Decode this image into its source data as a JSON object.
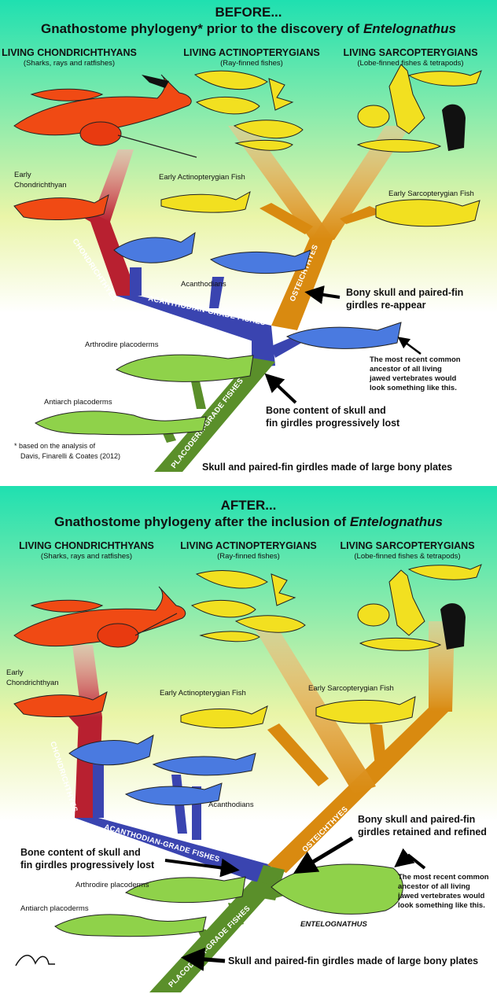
{
  "before": {
    "title_line1": "BEFORE...",
    "title_line2": "Gnathostome phylogeny* prior to the discovery of ",
    "title_genus": "Entelognathus",
    "groups": [
      {
        "name": "LIVING CHONDRICHTHYANS",
        "sub": "(Sharks, rays and ratfishes)"
      },
      {
        "name": "LIVING ACTINOPTERYGIANS",
        "sub": "(Ray-finned fishes)"
      },
      {
        "name": "LIVING SARCOPTERYGIANS",
        "sub": "(Lobe-finned fishes & tetrapods)"
      }
    ],
    "labels": {
      "early_chondro_1": "Early",
      "early_chondro_2": "Chondrichthyan",
      "early_actino": "Early Actinopterygian Fish",
      "early_sarco": "Early Sarcopterygian Fish",
      "acanthodians": "Acanthodians",
      "arthrodire": "Arthrodire placoderms",
      "antiarch": "Antiarch placoderms"
    },
    "clades": {
      "chondrichthyes": "CHONDRICHTHYES",
      "acanthodian": "ACANTHODIAN-GRADE FISHES",
      "osteichthyes": "OSTEICHTHYES",
      "placoderm": "PLACODERM-GRADE FISHES"
    },
    "annotations": {
      "bony_1": "Bony skull and paired-fin",
      "bony_2": "girdles re-appear",
      "mrca_1": "The most recent common",
      "mrca_2": "ancestor of all living",
      "mrca_3": "jawed vertebrates would",
      "mrca_4": "look something like this.",
      "bone_1": "Bone content of skull and",
      "bone_2": "fin girdles progressively lost",
      "skull": "Skull and paired-fin girdles made of large bony plates"
    },
    "footnote_1": "* based on the analysis of",
    "footnote_2": "Davis, Finarelli & Coates (2012)"
  },
  "after": {
    "title_line1": "AFTER...",
    "title_line2": "Gnathostome phylogeny after the inclusion of ",
    "title_genus": "Entelognathus",
    "groups": [
      {
        "name": "LIVING CHONDRICHTHYANS",
        "sub": "(Sharks, rays and ratfishes)"
      },
      {
        "name": "LIVING ACTINOPTERYGIANS",
        "sub": "(Ray-finned fishes)"
      },
      {
        "name": "LIVING SARCOPTERYGIANS",
        "sub": "(Lobe-finned fishes & tetrapods)"
      }
    ],
    "labels": {
      "early_chondro_1": "Early",
      "early_chondro_2": "Chondrichthyan",
      "early_actino": "Early Actinopterygian Fish",
      "early_sarco": "Early Sarcopterygian Fish",
      "acanthodians": "Acanthodians",
      "arthrodire": "Arthrodire placoderms",
      "antiarch": "Antiarch placoderms",
      "entelognathus": "ENTELOGNATHUS"
    },
    "clades": {
      "chondrichthyes": "CHONDRICHTHYES",
      "acanthodian": "ACANTHODIAN-GRADE FISHES",
      "osteichthyes": "OSTEICHTHYES",
      "placoderm": "PLACODERM-GRADE FISHES"
    },
    "annotations": {
      "bony_1": "Bony skull and paired-fin",
      "bony_2": "girdles retained and refined",
      "bone_1": "Bone content of skull and",
      "bone_2": "fin girdles progressively lost",
      "mrca_1": "The most recent common",
      "mrca_2": "ancestor of all living",
      "mrca_3": "jawed vertebrates would",
      "mrca_4": "look something like this.",
      "skull": "Skull and paired-fin girdles made of large bony plates"
    }
  },
  "colors": {
    "chondro": "#f04a14",
    "chondro_branch": "#b82030",
    "actino": "#f2e020",
    "osteo": "#d98a10",
    "acanth": "#3a44b0",
    "acanth_fish": "#4a7ae0",
    "placo": "#5a8f2a",
    "placo_fish": "#8fd24a",
    "bg_top": "#1fe0b0",
    "bg_mid": "#f0f6a8"
  }
}
